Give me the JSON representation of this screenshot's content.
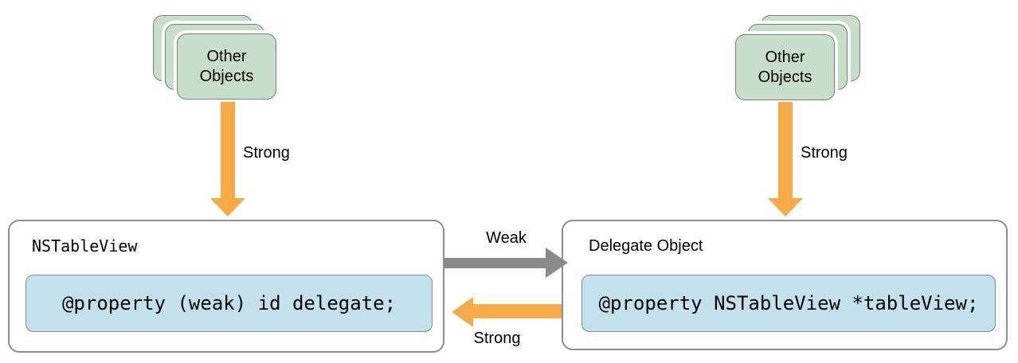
{
  "colors": {
    "green-fill": "#c7dfc8",
    "green-border": "#7d7d7d",
    "blue-fill": "#c3e1ec",
    "blue-border": "#7f8e96",
    "box-border": "#8e8e8e",
    "orange": "#f6ab47",
    "gray-arrow": "#8a8a8a",
    "text": "#000000",
    "bg": "#ffffff"
  },
  "stacks": {
    "left": {
      "label": "Other Objects"
    },
    "right": {
      "label": "Other Objects"
    }
  },
  "arrows": {
    "left_down_label": "Strong",
    "right_down_label": "Strong",
    "weak_label": "Weak",
    "strong_back_label": "Strong"
  },
  "boxes": {
    "left": {
      "title": "NSTableView",
      "code": "@property (weak) id delegate;"
    },
    "right": {
      "title": "Delegate Object",
      "code": "@property NSTableView *tableView;"
    }
  }
}
